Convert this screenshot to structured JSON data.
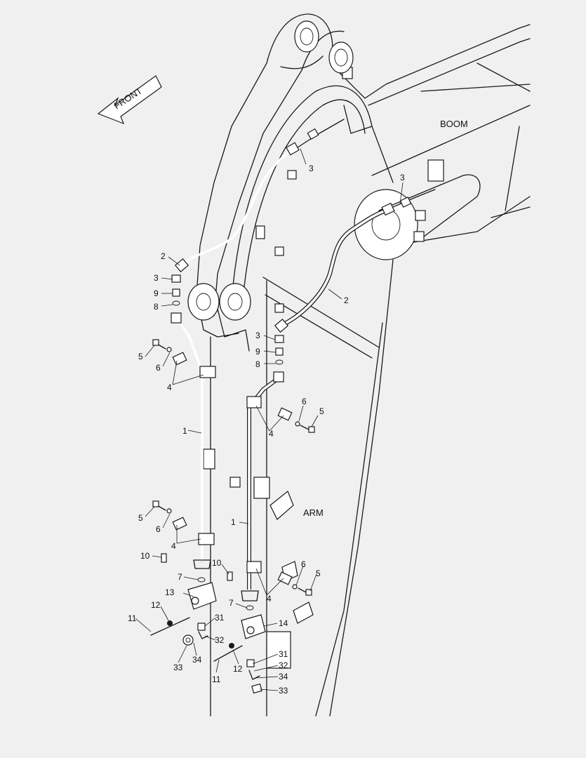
{
  "labels": {
    "front": "FRONT",
    "boom": "BOOM",
    "arm": "ARM"
  },
  "callouts": {
    "c1": "3",
    "c2": "3",
    "c3": "2",
    "c4": "3",
    "c5": "9",
    "c6": "8",
    "c7": "2",
    "c8": "3",
    "c9": "9",
    "c10": "8",
    "c11": "5",
    "c12": "6",
    "c13": "4",
    "c14": "6",
    "c15": "5",
    "c16": "4",
    "c17": "1",
    "c18": "1",
    "c19": "5",
    "c20": "6",
    "c21": "4",
    "c22": "10",
    "c23": "10",
    "c24": "6",
    "c25": "5",
    "c26": "7",
    "c27": "4",
    "c28": "7",
    "c29": "13",
    "c30": "12",
    "c31": "11",
    "c32": "31",
    "c33": "32",
    "c34": "14",
    "c35": "33",
    "c36": "34",
    "c37": "12",
    "c38": "11",
    "c39": "31",
    "c40": "32",
    "c41": "34",
    "c42": "33"
  }
}
